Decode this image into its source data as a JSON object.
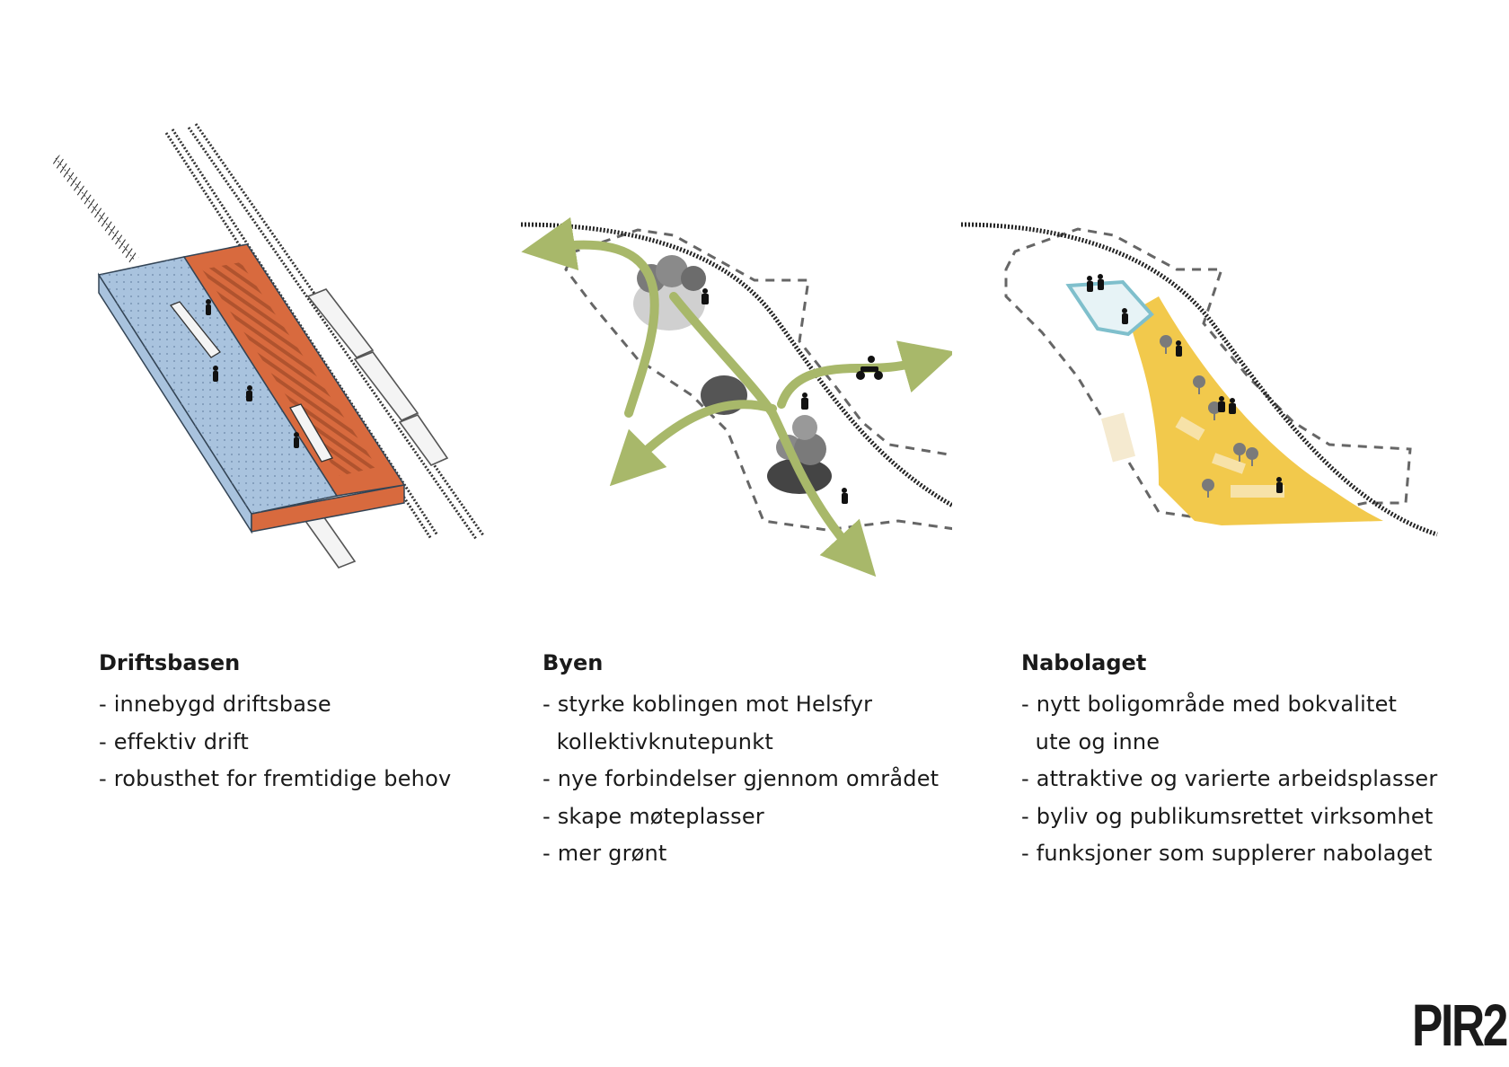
{
  "columns": [
    {
      "title": "Driftsbasen",
      "items": [
        "- innebygd driftsbase",
        "- effektiv drift",
        "- robusthet for fremtidige behov"
      ]
    },
    {
      "title": "Byen",
      "items": [
        "- styrke koblingen mot Helsfyr",
        "  kollektivknutepunkt",
        "- nye forbindelser gjennom området",
        "- skape møteplasser",
        "- mer grønt"
      ]
    },
    {
      "title": "Nabolaget",
      "items": [
        "- nytt boligområde med bokvalitet",
        "  ute og inne",
        "- attraktive og varierte arbeidsplasser",
        "- byliv og publikumsrettet virksomhet",
        "- funksjoner som supplerer nabolaget"
      ]
    }
  ],
  "logo": "PIR2",
  "colors": {
    "blue_zone": "#a9c3de",
    "orange_zone": "#d86a3e",
    "green_paths": "#a8b86a",
    "cyan_outline": "#7fbfcc",
    "yellow_zone": "#f2c94c"
  },
  "icons": [
    "railway-track",
    "train-car",
    "person-silhouette",
    "tree",
    "motorcycle",
    "arrow"
  ]
}
